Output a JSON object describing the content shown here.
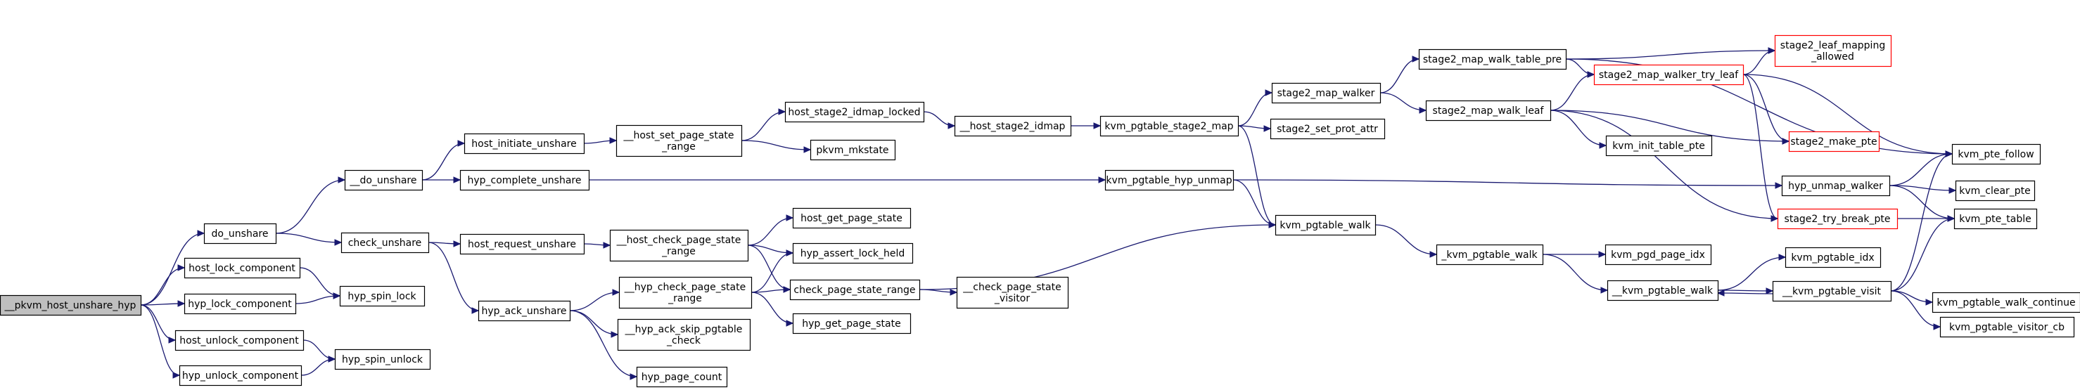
{
  "nodes": [
    {
      "id": "root",
      "lines": [
        "__pkvm_host_unshare_hyp"
      ],
      "style": "root"
    },
    {
      "id": "do_unshare",
      "lines": [
        "do_unshare"
      ]
    },
    {
      "id": "host_lock_component",
      "lines": [
        "host_lock_component"
      ]
    },
    {
      "id": "hyp_lock_component",
      "lines": [
        "hyp_lock_component"
      ]
    },
    {
      "id": "host_unlock_component",
      "lines": [
        "host_unlock_component"
      ]
    },
    {
      "id": "hyp_unlock_component",
      "lines": [
        "hyp_unlock_component"
      ]
    },
    {
      "id": "__do_unshare",
      "lines": [
        "__do_unshare"
      ]
    },
    {
      "id": "check_unshare",
      "lines": [
        "check_unshare"
      ]
    },
    {
      "id": "hyp_spin_lock",
      "lines": [
        "hyp_spin_lock"
      ]
    },
    {
      "id": "hyp_spin_unlock",
      "lines": [
        "hyp_spin_unlock"
      ]
    },
    {
      "id": "host_initiate_unshare",
      "lines": [
        "host_initiate_unshare"
      ]
    },
    {
      "id": "hyp_complete_unshare",
      "lines": [
        "hyp_complete_unshare"
      ]
    },
    {
      "id": "host_request_unshare",
      "lines": [
        "host_request_unshare"
      ]
    },
    {
      "id": "hyp_ack_unshare",
      "lines": [
        "hyp_ack_unshare"
      ]
    },
    {
      "id": "__host_set_page_state_range",
      "lines": [
        "__host_set_page_state",
        "_range"
      ]
    },
    {
      "id": "__host_check_page_state_range",
      "lines": [
        "__host_check_page_state",
        "_range"
      ]
    },
    {
      "id": "__hyp_check_page_state_range",
      "lines": [
        "__hyp_check_page_state",
        "_range"
      ]
    },
    {
      "id": "__hyp_ack_skip_pgtable_check",
      "lines": [
        "__hyp_ack_skip_pgtable",
        "_check"
      ]
    },
    {
      "id": "hyp_page_count",
      "lines": [
        "hyp_page_count"
      ]
    },
    {
      "id": "host_stage2_idmap_locked",
      "lines": [
        "host_stage2_idmap_locked"
      ]
    },
    {
      "id": "pkvm_mkstate",
      "lines": [
        "pkvm_mkstate"
      ]
    },
    {
      "id": "host_get_page_state",
      "lines": [
        "host_get_page_state"
      ]
    },
    {
      "id": "hyp_assert_lock_held",
      "lines": [
        "hyp_assert_lock_held"
      ]
    },
    {
      "id": "check_page_state_range",
      "lines": [
        "check_page_state_range"
      ]
    },
    {
      "id": "hyp_get_page_state",
      "lines": [
        "hyp_get_page_state"
      ]
    },
    {
      "id": "__host_stage2_idmap",
      "lines": [
        "__host_stage2_idmap"
      ]
    },
    {
      "id": "__check_page_state_visitor",
      "lines": [
        "__check_page_state",
        "_visitor"
      ]
    },
    {
      "id": "kvm_pgtable_stage2_map",
      "lines": [
        "kvm_pgtable_stage2_map"
      ]
    },
    {
      "id": "kvm_pgtable_hyp_unmap",
      "lines": [
        "kvm_pgtable_hyp_unmap"
      ]
    },
    {
      "id": "kvm_pgtable_walk",
      "lines": [
        "kvm_pgtable_walk"
      ]
    },
    {
      "id": "stage2_map_walker",
      "lines": [
        "stage2_map_walker"
      ]
    },
    {
      "id": "stage2_set_prot_attr",
      "lines": [
        "stage2_set_prot_attr"
      ]
    },
    {
      "id": "_kvm_pgtable_walk",
      "lines": [
        "_kvm_pgtable_walk"
      ]
    },
    {
      "id": "stage2_map_walk_table_pre",
      "lines": [
        "stage2_map_walk_table_pre"
      ]
    },
    {
      "id": "stage2_map_walk_leaf",
      "lines": [
        "stage2_map_walk_leaf"
      ]
    },
    {
      "id": "kvm_pgd_page_idx",
      "lines": [
        "kvm_pgd_page_idx"
      ]
    },
    {
      "id": "__kvm_pgtable_walk",
      "lines": [
        "__kvm_pgtable_walk"
      ]
    },
    {
      "id": "stage2_map_walker_try_leaf",
      "lines": [
        "stage2_map_walker_try_leaf"
      ],
      "style": "red"
    },
    {
      "id": "kvm_init_table_pte",
      "lines": [
        "kvm_init_table_pte"
      ]
    },
    {
      "id": "kvm_pgtable_idx",
      "lines": [
        "kvm_pgtable_idx"
      ]
    },
    {
      "id": "__kvm_pgtable_visit",
      "lines": [
        "__kvm_pgtable_visit"
      ]
    },
    {
      "id": "stage2_leaf_mapping_allowed",
      "lines": [
        "stage2_leaf_mapping",
        "_allowed"
      ],
      "style": "red"
    },
    {
      "id": "stage2_make_pte",
      "lines": [
        "stage2_make_pte"
      ],
      "style": "red"
    },
    {
      "id": "hyp_unmap_walker",
      "lines": [
        "hyp_unmap_walker"
      ]
    },
    {
      "id": "stage2_try_break_pte",
      "lines": [
        "stage2_try_break_pte"
      ],
      "style": "red"
    },
    {
      "id": "kvm_pgtable_walk_continue",
      "lines": [
        "kvm_pgtable_walk_continue"
      ]
    },
    {
      "id": "kvm_pgtable_visitor_cb",
      "lines": [
        "kvm_pgtable_visitor_cb"
      ]
    },
    {
      "id": "kvm_pte_follow",
      "lines": [
        "kvm_pte_follow"
      ]
    },
    {
      "id": "kvm_clear_pte",
      "lines": [
        "kvm_clear_pte"
      ]
    },
    {
      "id": "kvm_pte_table",
      "lines": [
        "kvm_pte_table"
      ]
    }
  ],
  "edges": [
    [
      "root",
      "do_unshare"
    ],
    [
      "root",
      "host_lock_component"
    ],
    [
      "root",
      "hyp_lock_component"
    ],
    [
      "root",
      "host_unlock_component"
    ],
    [
      "root",
      "hyp_unlock_component"
    ],
    [
      "do_unshare",
      "__do_unshare"
    ],
    [
      "do_unshare",
      "check_unshare"
    ],
    [
      "host_lock_component",
      "hyp_spin_lock"
    ],
    [
      "hyp_lock_component",
      "hyp_spin_lock"
    ],
    [
      "host_unlock_component",
      "hyp_spin_unlock"
    ],
    [
      "hyp_unlock_component",
      "hyp_spin_unlock"
    ],
    [
      "__do_unshare",
      "host_initiate_unshare"
    ],
    [
      "__do_unshare",
      "hyp_complete_unshare"
    ],
    [
      "check_unshare",
      "host_request_unshare"
    ],
    [
      "check_unshare",
      "hyp_ack_unshare"
    ],
    [
      "host_initiate_unshare",
      "__host_set_page_state_range"
    ],
    [
      "hyp_complete_unshare",
      "kvm_pgtable_hyp_unmap"
    ],
    [
      "host_request_unshare",
      "__host_check_page_state_range"
    ],
    [
      "hyp_ack_unshare",
      "__hyp_check_page_state_range"
    ],
    [
      "hyp_ack_unshare",
      "__hyp_ack_skip_pgtable_check"
    ],
    [
      "hyp_ack_unshare",
      "hyp_page_count"
    ],
    [
      "__host_set_page_state_range",
      "host_stage2_idmap_locked"
    ],
    [
      "__host_set_page_state_range",
      "pkvm_mkstate"
    ],
    [
      "__host_check_page_state_range",
      "host_get_page_state"
    ],
    [
      "__host_check_page_state_range",
      "hyp_assert_lock_held"
    ],
    [
      "__host_check_page_state_range",
      "check_page_state_range"
    ],
    [
      "__hyp_check_page_state_range",
      "hyp_assert_lock_held"
    ],
    [
      "__hyp_check_page_state_range",
      "check_page_state_range"
    ],
    [
      "__hyp_check_page_state_range",
      "hyp_get_page_state"
    ],
    [
      "host_stage2_idmap_locked",
      "__host_stage2_idmap"
    ],
    [
      "check_page_state_range",
      "__check_page_state_visitor"
    ],
    [
      "check_page_state_range",
      "kvm_pgtable_walk"
    ],
    [
      "__host_stage2_idmap",
      "kvm_pgtable_stage2_map"
    ],
    [
      "kvm_pgtable_stage2_map",
      "stage2_map_walker"
    ],
    [
      "kvm_pgtable_stage2_map",
      "stage2_set_prot_attr"
    ],
    [
      "kvm_pgtable_stage2_map",
      "kvm_pgtable_walk"
    ],
    [
      "kvm_pgtable_hyp_unmap",
      "hyp_unmap_walker"
    ],
    [
      "kvm_pgtable_hyp_unmap",
      "kvm_pgtable_walk"
    ],
    [
      "kvm_pgtable_walk",
      "_kvm_pgtable_walk"
    ],
    [
      "stage2_map_walker",
      "stage2_map_walk_table_pre"
    ],
    [
      "stage2_map_walker",
      "stage2_map_walk_leaf"
    ],
    [
      "_kvm_pgtable_walk",
      "kvm_pgd_page_idx"
    ],
    [
      "_kvm_pgtable_walk",
      "__kvm_pgtable_walk"
    ],
    [
      "stage2_map_walk_table_pre",
      "kvm_pte_follow"
    ],
    [
      "stage2_map_walk_table_pre",
      "stage2_leaf_mapping_allowed"
    ],
    [
      "stage2_map_walk_table_pre",
      "stage2_map_walker_try_leaf"
    ],
    [
      "stage2_map_walk_leaf",
      "stage2_map_walker_try_leaf"
    ],
    [
      "stage2_map_walk_leaf",
      "kvm_init_table_pte"
    ],
    [
      "stage2_map_walk_leaf",
      "stage2_make_pte"
    ],
    [
      "stage2_map_walk_leaf",
      "stage2_try_break_pte"
    ],
    [
      "stage2_map_walker_try_leaf",
      "stage2_leaf_mapping_allowed"
    ],
    [
      "stage2_map_walker_try_leaf",
      "kvm_pte_follow"
    ],
    [
      "stage2_map_walker_try_leaf",
      "stage2_make_pte"
    ],
    [
      "stage2_map_walker_try_leaf",
      "stage2_try_break_pte"
    ],
    [
      "__kvm_pgtable_walk",
      "kvm_pgtable_idx"
    ],
    [
      "__kvm_pgtable_walk",
      "__kvm_pgtable_visit"
    ],
    [
      "__kvm_pgtable_visit",
      "__kvm_pgtable_walk"
    ],
    [
      "__kvm_pgtable_visit",
      "kvm_pte_follow"
    ],
    [
      "__kvm_pgtable_visit",
      "kvm_pte_table"
    ],
    [
      "__kvm_pgtable_visit",
      "kvm_pgtable_walk_continue"
    ],
    [
      "__kvm_pgtable_visit",
      "kvm_pgtable_visitor_cb"
    ],
    [
      "hyp_unmap_walker",
      "kvm_pte_follow"
    ],
    [
      "hyp_unmap_walker",
      "kvm_clear_pte"
    ],
    [
      "hyp_unmap_walker",
      "kvm_pte_table"
    ],
    [
      "stage2_try_break_pte",
      "kvm_pte_table"
    ]
  ],
  "colors": {
    "edge": "#191970",
    "node_border": "#000000",
    "root_fill": "#bfbfbf",
    "warn_border": "#ff0000"
  }
}
